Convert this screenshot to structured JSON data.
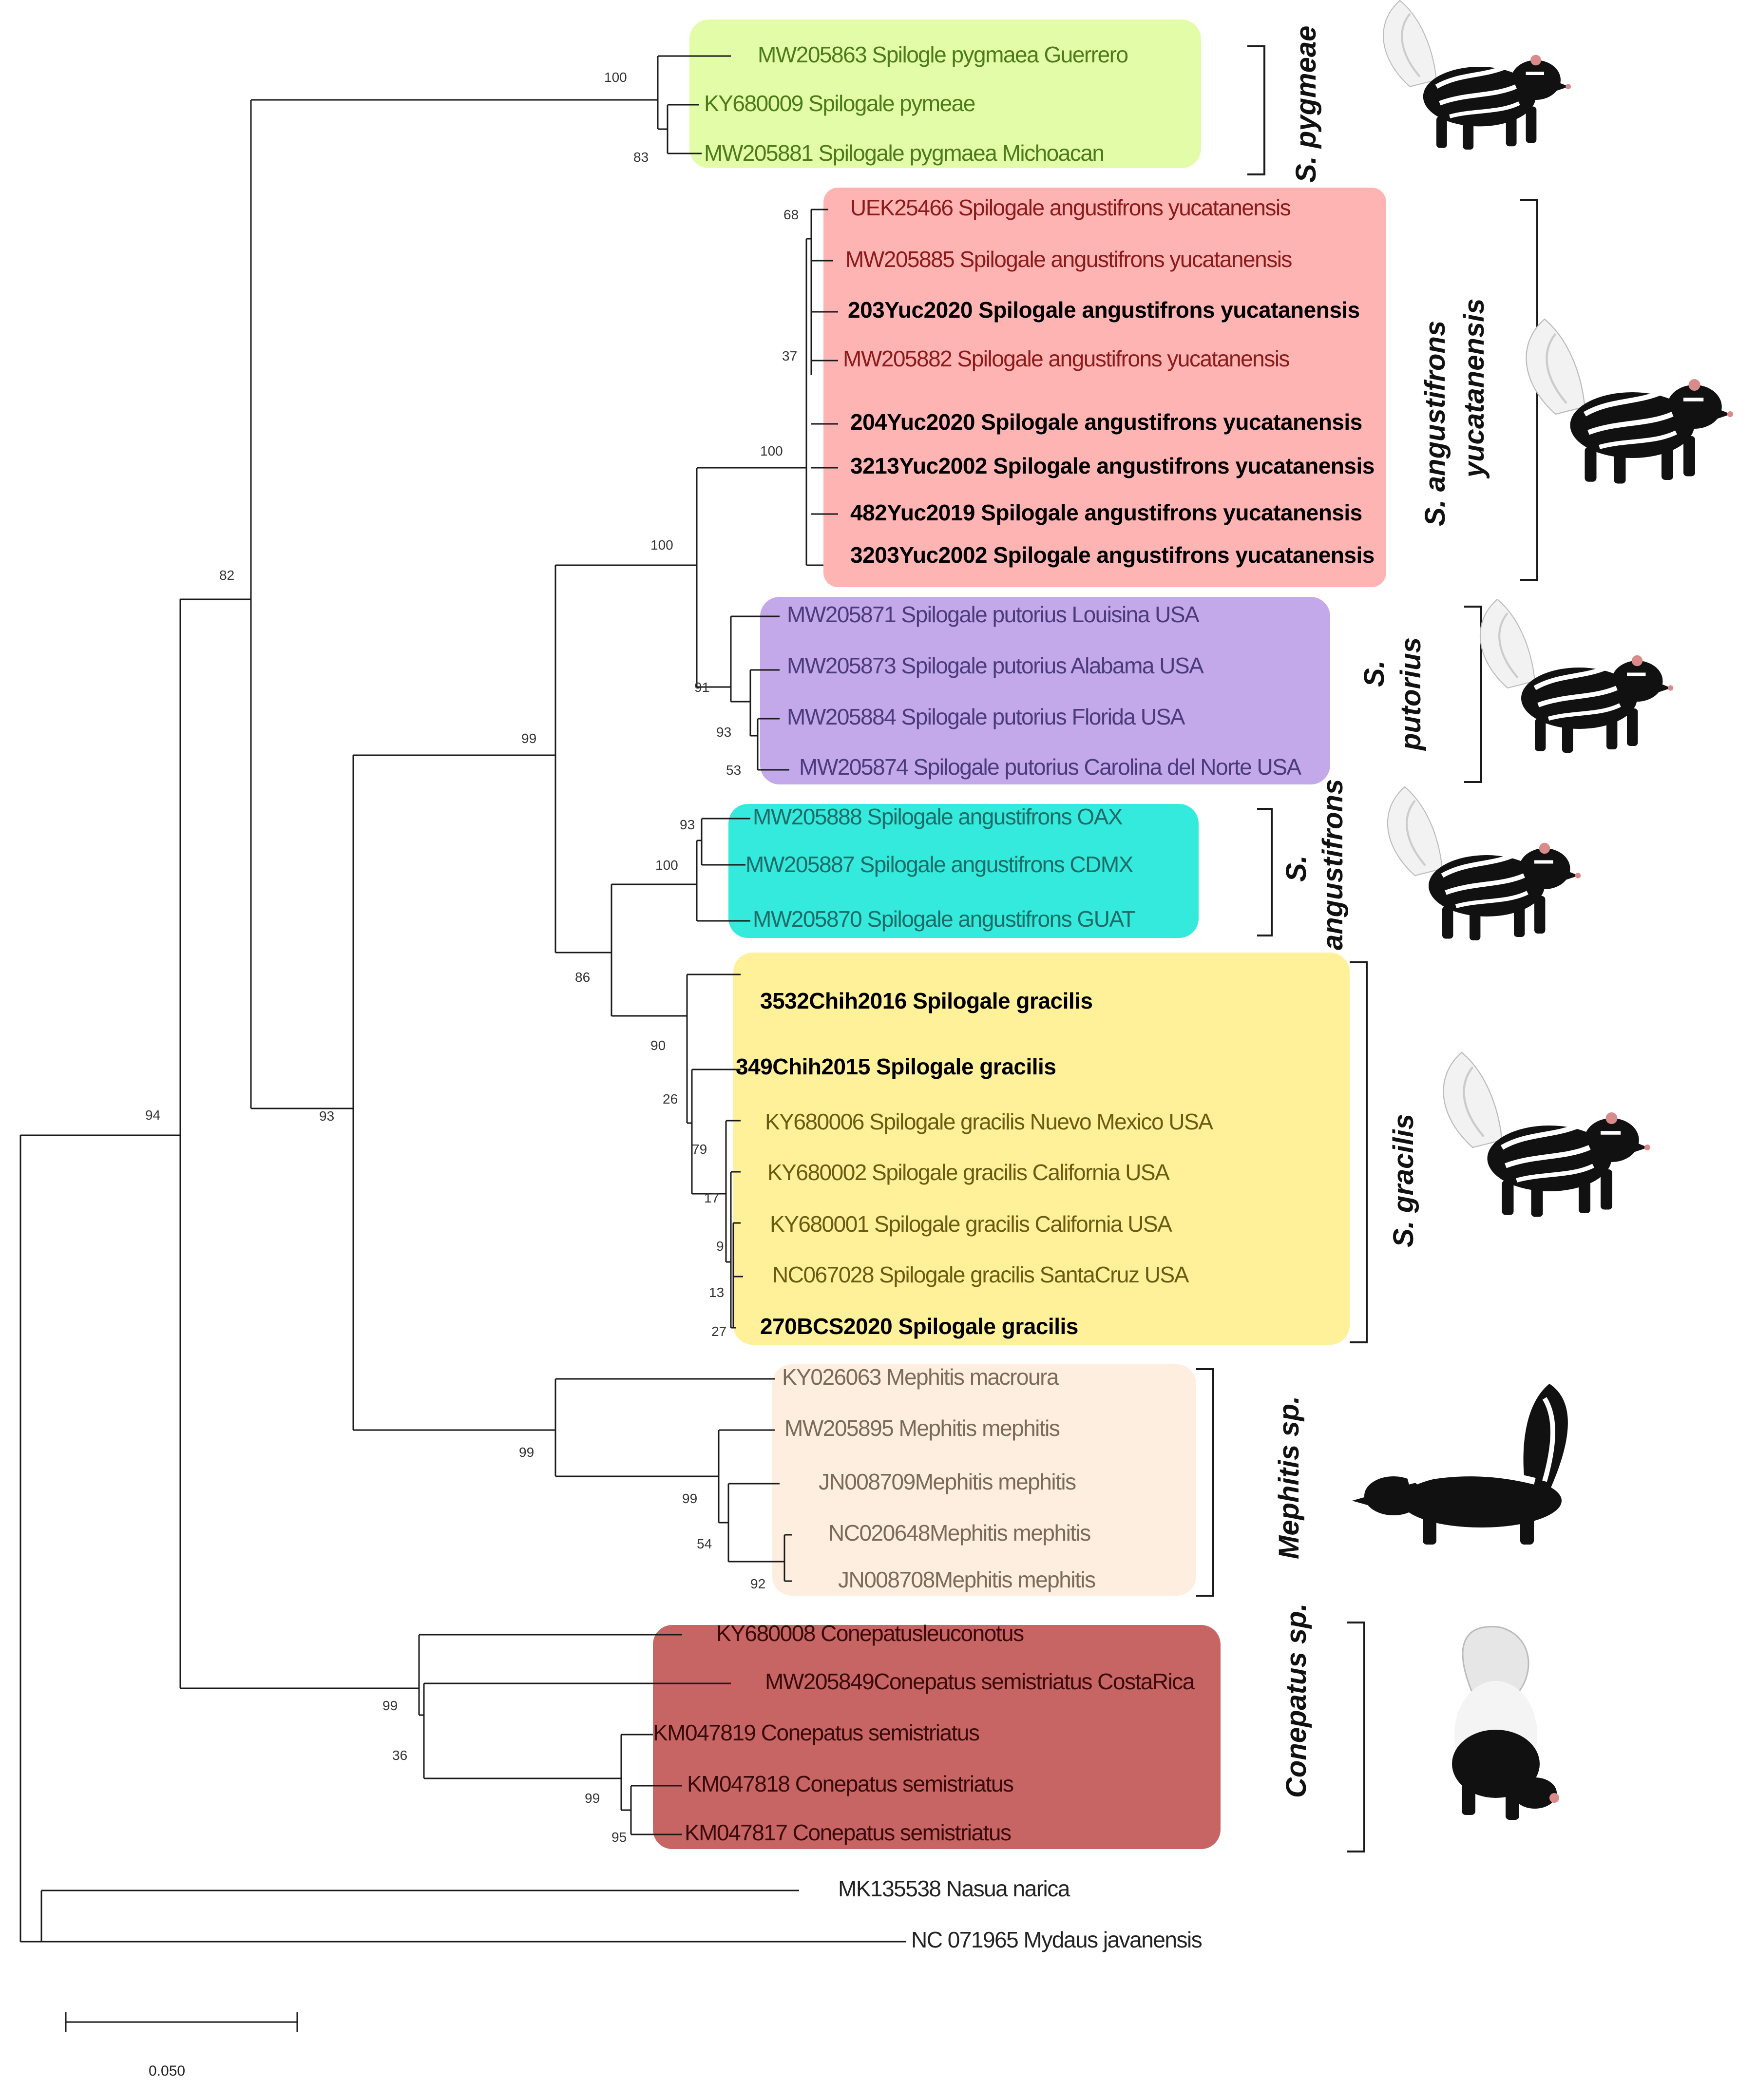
{
  "leaves": {
    "l01": {
      "label": "MW205863 Spilogle pygmaea Guerrero",
      "color": "#4d7a1a",
      "bold": false
    },
    "l02": {
      "label": "KY680009 Spilogale pymeae",
      "color": "#4d7a1a",
      "bold": false
    },
    "l03": {
      "label": "MW205881 Spilogale pygmaea Michoacan",
      "color": "#4d7a1a",
      "bold": false
    },
    "l04": {
      "label": "UEK25466 Spilogale angustifrons yucatanensis",
      "color": "#8b1a1a",
      "bold": false
    },
    "l05": {
      "label": "MW205885 Spilogale angustifrons yucatanensis",
      "color": "#8b1a1a",
      "bold": false
    },
    "l06": {
      "label": "203Yuc2020 Spilogale angustifrons yucatanensis",
      "color": "#000000",
      "bold": true
    },
    "l07": {
      "label": "MW205882 Spilogale angustifrons yucatanensis",
      "color": "#8b1a1a",
      "bold": false
    },
    "l08": {
      "label": "204Yuc2020 Spilogale angustifrons yucatanensis",
      "color": "#000000",
      "bold": true
    },
    "l09": {
      "label": "3213Yuc2002 Spilogale angustifrons yucatanensis",
      "color": "#000000",
      "bold": true
    },
    "l10": {
      "label": "482Yuc2019 Spilogale angustifrons yucatanensis",
      "color": "#000000",
      "bold": true
    },
    "l11": {
      "label": "3203Yuc2002 Spilogale angustifrons yucatanensis",
      "color": "#000000",
      "bold": true
    },
    "l12": {
      "label": "MW205871 Spilogale putorius Louisina USA",
      "color": "#4b3b7a",
      "bold": false
    },
    "l13": {
      "label": "MW205873 Spilogale putorius Alabama USA",
      "color": "#4b3b7a",
      "bold": false
    },
    "l14": {
      "label": "MW205884 Spilogale putorius Florida USA",
      "color": "#4b3b7a",
      "bold": false
    },
    "l15": {
      "label": "MW205874 Spilogale putorius Carolina del Norte USA",
      "color": "#4b3b7a",
      "bold": false
    },
    "l16": {
      "label": "MW205888 Spilogale angustifrons OAX",
      "color": "#1f6b68",
      "bold": false
    },
    "l17": {
      "label": "MW205887 Spilogale angustifrons CDMX",
      "color": "#1f6b68",
      "bold": false
    },
    "l18": {
      "label": "MW205870 Spilogale angustifrons GUAT",
      "color": "#1f6b68",
      "bold": false
    },
    "l19": {
      "label": "3532Chih2016 Spilogale gracilis",
      "color": "#000000",
      "bold": true
    },
    "l20": {
      "label": "349Chih2015 Spilogale gracilis",
      "color": "#000000",
      "bold": true
    },
    "l21": {
      "label": "KY680006 Spilogale gracilis Nuevo Mexico USA",
      "color": "#6b5a12",
      "bold": false
    },
    "l22": {
      "label": "KY680002 Spilogale gracilis California USA",
      "color": "#6b5a12",
      "bold": false
    },
    "l23": {
      "label": "KY680001 Spilogale gracilis California USA",
      "color": "#6b5a12",
      "bold": false
    },
    "l24": {
      "label": "NC067028 Spilogale gracilis SantaCruz USA",
      "color": "#6b5a12",
      "bold": false
    },
    "l25": {
      "label": "270BCS2020 Spilogale gracilis",
      "color": "#000000",
      "bold": true
    },
    "l26": {
      "label": "KY026063 Mephitis macroura",
      "color": "#7a6a5a",
      "bold": false
    },
    "l27": {
      "label": "MW205895 Mephitis mephitis",
      "color": "#7a6a5a",
      "bold": false
    },
    "l28": {
      "label": "JN008709Mephitis mephitis",
      "color": "#7a6a5a",
      "bold": false
    },
    "l29": {
      "label": "NC020648Mephitis mephitis",
      "color": "#7a6a5a",
      "bold": false
    },
    "l30": {
      "label": "JN008708Mephitis mephitis",
      "color": "#7a6a5a",
      "bold": false
    },
    "l31": {
      "label": "KY680008 Conepatusleuconotus",
      "color": "#3a0a0a",
      "bold": false
    },
    "l32": {
      "label": "MW205849Conepatus semistriatus CostaRica",
      "color": "#3a0a0a",
      "bold": false
    },
    "l33": {
      "label": "KM047819 Conepatus semistriatus",
      "color": "#3a0a0a",
      "bold": false
    },
    "l34": {
      "label": "KM047818 Conepatus semistriatus",
      "color": "#3a0a0a",
      "bold": false
    },
    "l35": {
      "label": "KM047817 Conepatus semistriatus",
      "color": "#3a0a0a",
      "bold": false
    },
    "l36": {
      "label": "MK135538 Nasua narica",
      "color": "#222222",
      "bold": false
    },
    "l37": {
      "label": "NC 071965 Mydaus javanensis",
      "color": "#222222",
      "bold": false
    }
  },
  "support": {
    "s1": "100",
    "s2": "83",
    "s3": "68",
    "s4": "37",
    "s5": "100",
    "s6": "100",
    "s7": "91",
    "s8": "93",
    "s9": "53",
    "s10": "93",
    "s11": "100",
    "s12": "86",
    "s13": "90",
    "s14": "26",
    "s15": "79",
    "s16": "17",
    "s17": "9",
    "s18": "13",
    "s19": "27",
    "s20": "99",
    "s21": "99",
    "s22": "54",
    "s23": "92",
    "s24": "99",
    "s25": "36",
    "s26": "99",
    "s27": "95",
    "s28": "82",
    "s29": "93",
    "s30": "94",
    "s31": "99"
  },
  "clades": {
    "pygmeae": {
      "label": "S. pygmeae",
      "color": "#e2fca8"
    },
    "yucatanensis": {
      "line1": "S. angustifrons",
      "line2": "yucatanensis",
      "color": "#ffb4b4"
    },
    "putorius": {
      "line1": "S.",
      "line2": "putorius",
      "color": "#c3a8ea"
    },
    "angustifrons": {
      "line1": "S.",
      "line2": "angustifrons",
      "color": "#33eadd"
    },
    "gracilis": {
      "label": "S.  gracilis",
      "color": "#fff09a"
    },
    "mephitis": {
      "label": "Mephitis sp.",
      "color": "#fdeee0"
    },
    "conepatus": {
      "label": "Conepatus sp.",
      "color": "#c76464"
    }
  },
  "scale_bar": {
    "label": "0.050"
  },
  "icons": [
    "spotted-skunk-icon",
    "striped-skunk-icon",
    "hog-nosed-skunk-icon"
  ]
}
